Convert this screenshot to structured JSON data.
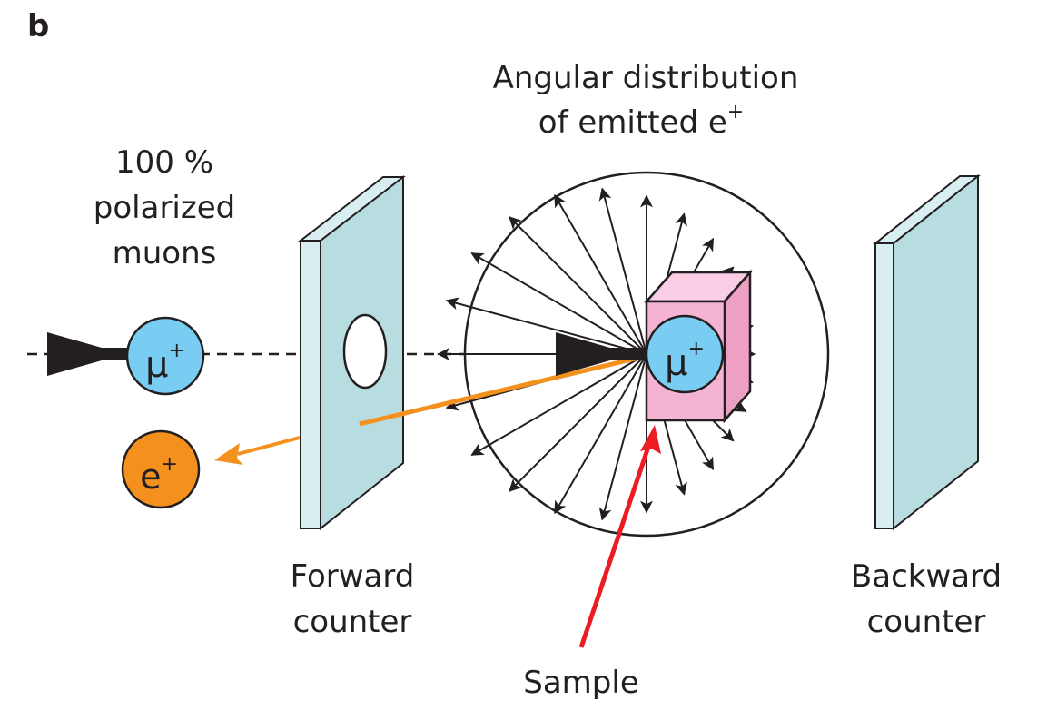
{
  "panel_label": "b",
  "muon_label": {
    "line1": "100 %",
    "line2": "polarized",
    "line3": "muons"
  },
  "angular_label": {
    "line1": "Angular distribution",
    "line2": "of emitted e",
    "superscript": "+"
  },
  "muon_symbol": "μ",
  "muon_charge": "+",
  "positron_symbol": "e",
  "positron_charge": "+",
  "forward_counter": {
    "line1": "Forward",
    "line2": "counter"
  },
  "backward_counter": {
    "line1": "Backward",
    "line2": "counter"
  },
  "sample_label": "Sample",
  "colors": {
    "counter_face": "#b8dde0",
    "counter_side": "#d8eef0",
    "counter_edge": "#231f20",
    "sample_front": "#f5b3d4",
    "sample_top": "#f9cde3",
    "sample_side": "#ee9fc4",
    "muon_fill": "#79cdf2",
    "positron_fill": "#f4911e",
    "positron_track": "#f4911e",
    "sample_pointer": "#ed1c24",
    "ink": "#231f20"
  }
}
